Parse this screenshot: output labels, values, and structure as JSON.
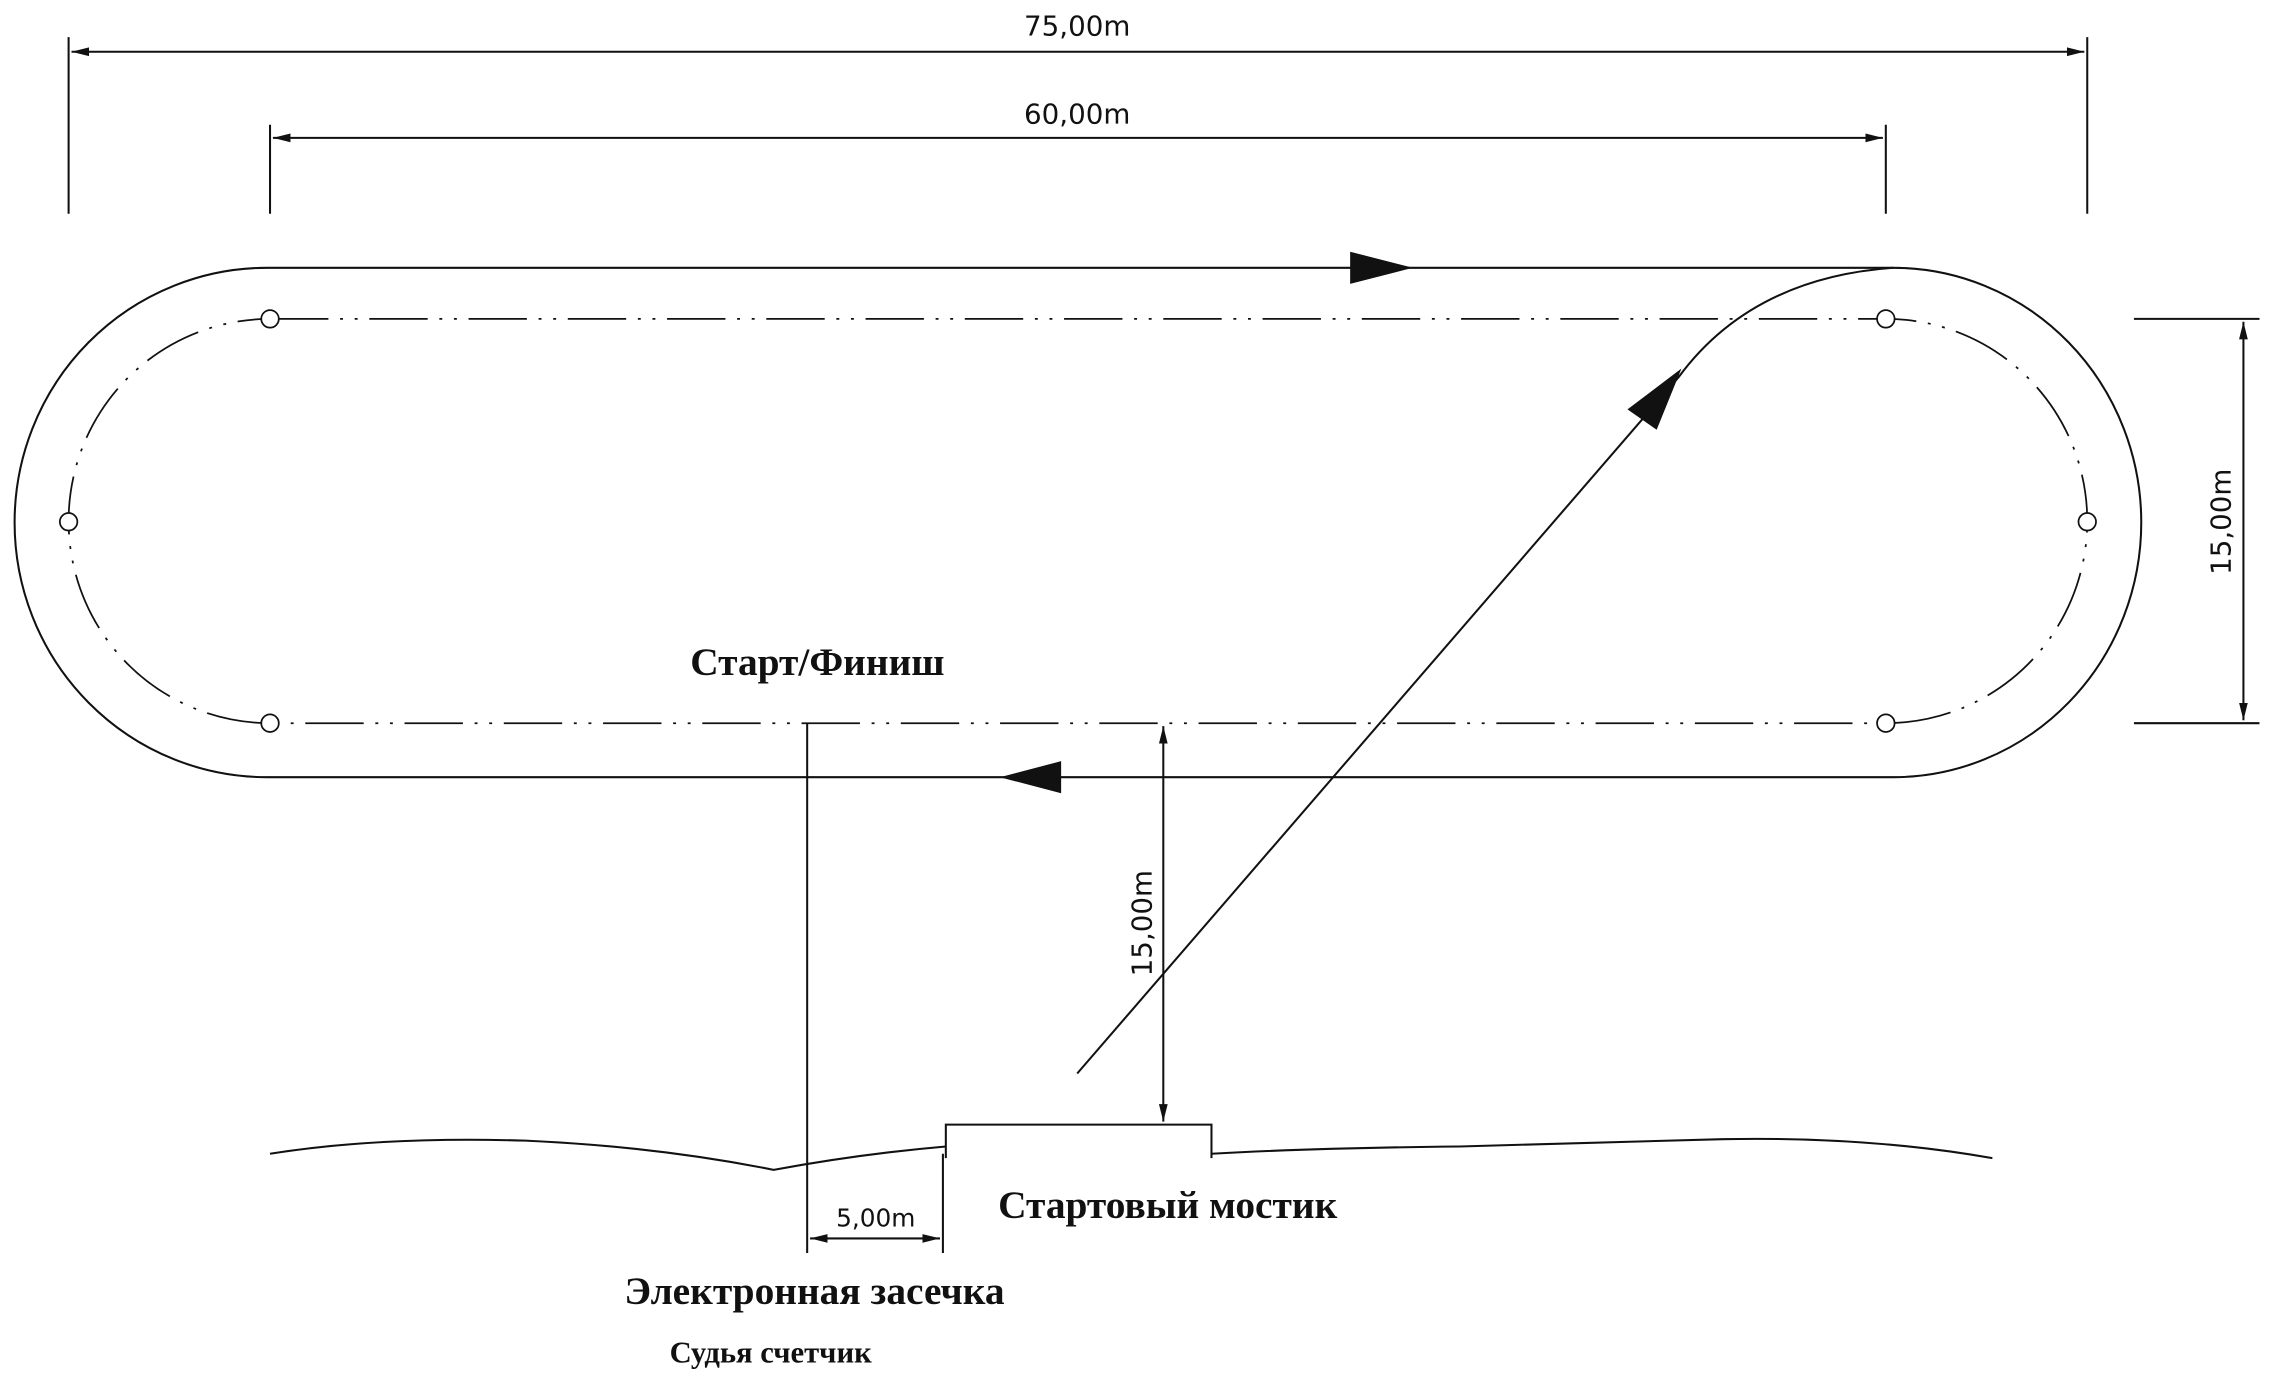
{
  "dimensions": {
    "overall_length": "75,00m",
    "straight_length": "60,00m",
    "track_width": "15,00m",
    "bridge_distance": "15,00m",
    "timing_offset": "5,00m"
  },
  "labels": {
    "start_finish": "Старт/Финиш",
    "start_bridge": "Стартовый мостик",
    "electronic_timing": "Электронная засечка",
    "lap_counter_judge": "Судья счетчик"
  },
  "colors": {
    "line": "#111111",
    "background": "#ffffff"
  }
}
